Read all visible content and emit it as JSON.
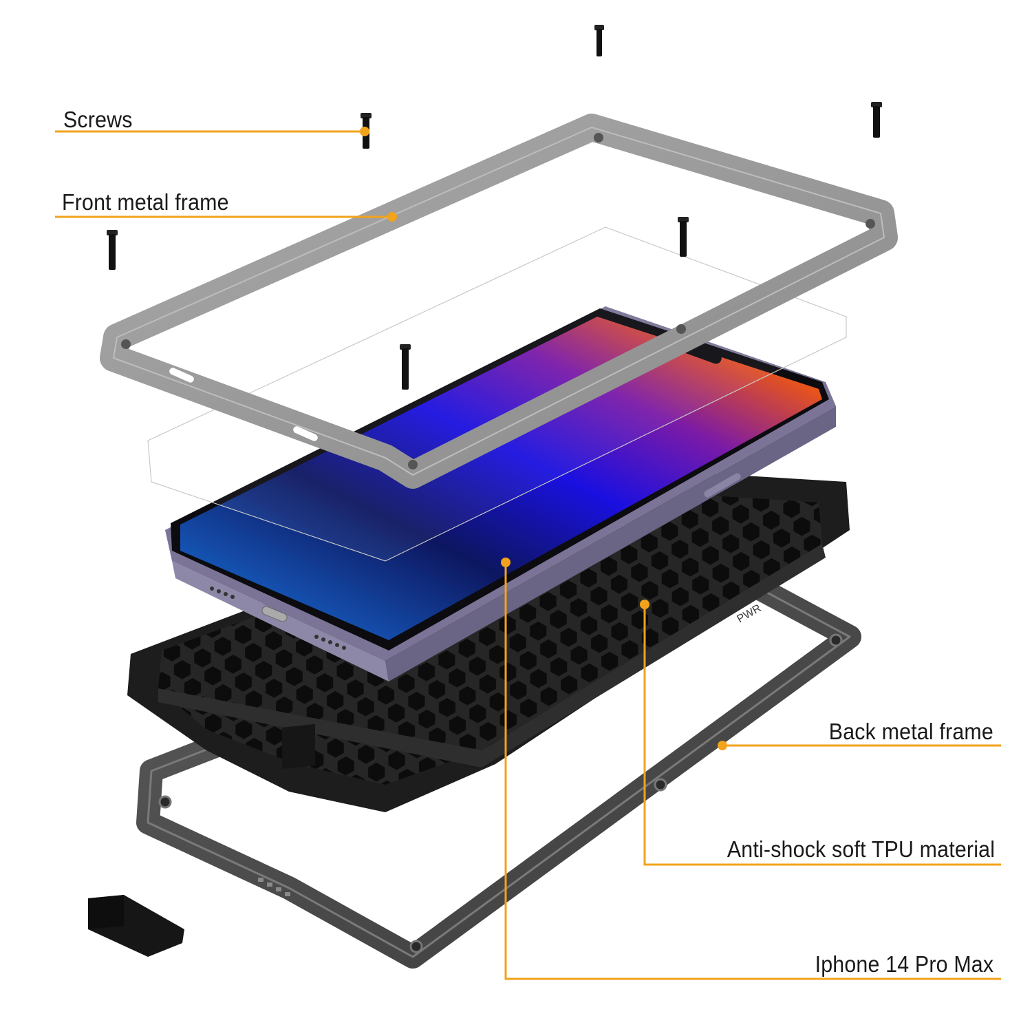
{
  "diagram": {
    "type": "exploded-product-view",
    "subject": "Metal armor case for phone",
    "accent_color": "#f2a31b",
    "components": [
      {
        "id": "screws",
        "label": "Screws",
        "side": "left"
      },
      {
        "id": "front-frame",
        "label": "Front metal frame",
        "side": "left"
      },
      {
        "id": "back-frame",
        "label": "Back metal frame",
        "side": "right"
      },
      {
        "id": "tpu",
        "label": "Anti-shock soft TPU material",
        "side": "right"
      },
      {
        "id": "phone",
        "label": "Iphone 14 Pro Max",
        "side": "right"
      }
    ],
    "part_marking": "PWR"
  }
}
